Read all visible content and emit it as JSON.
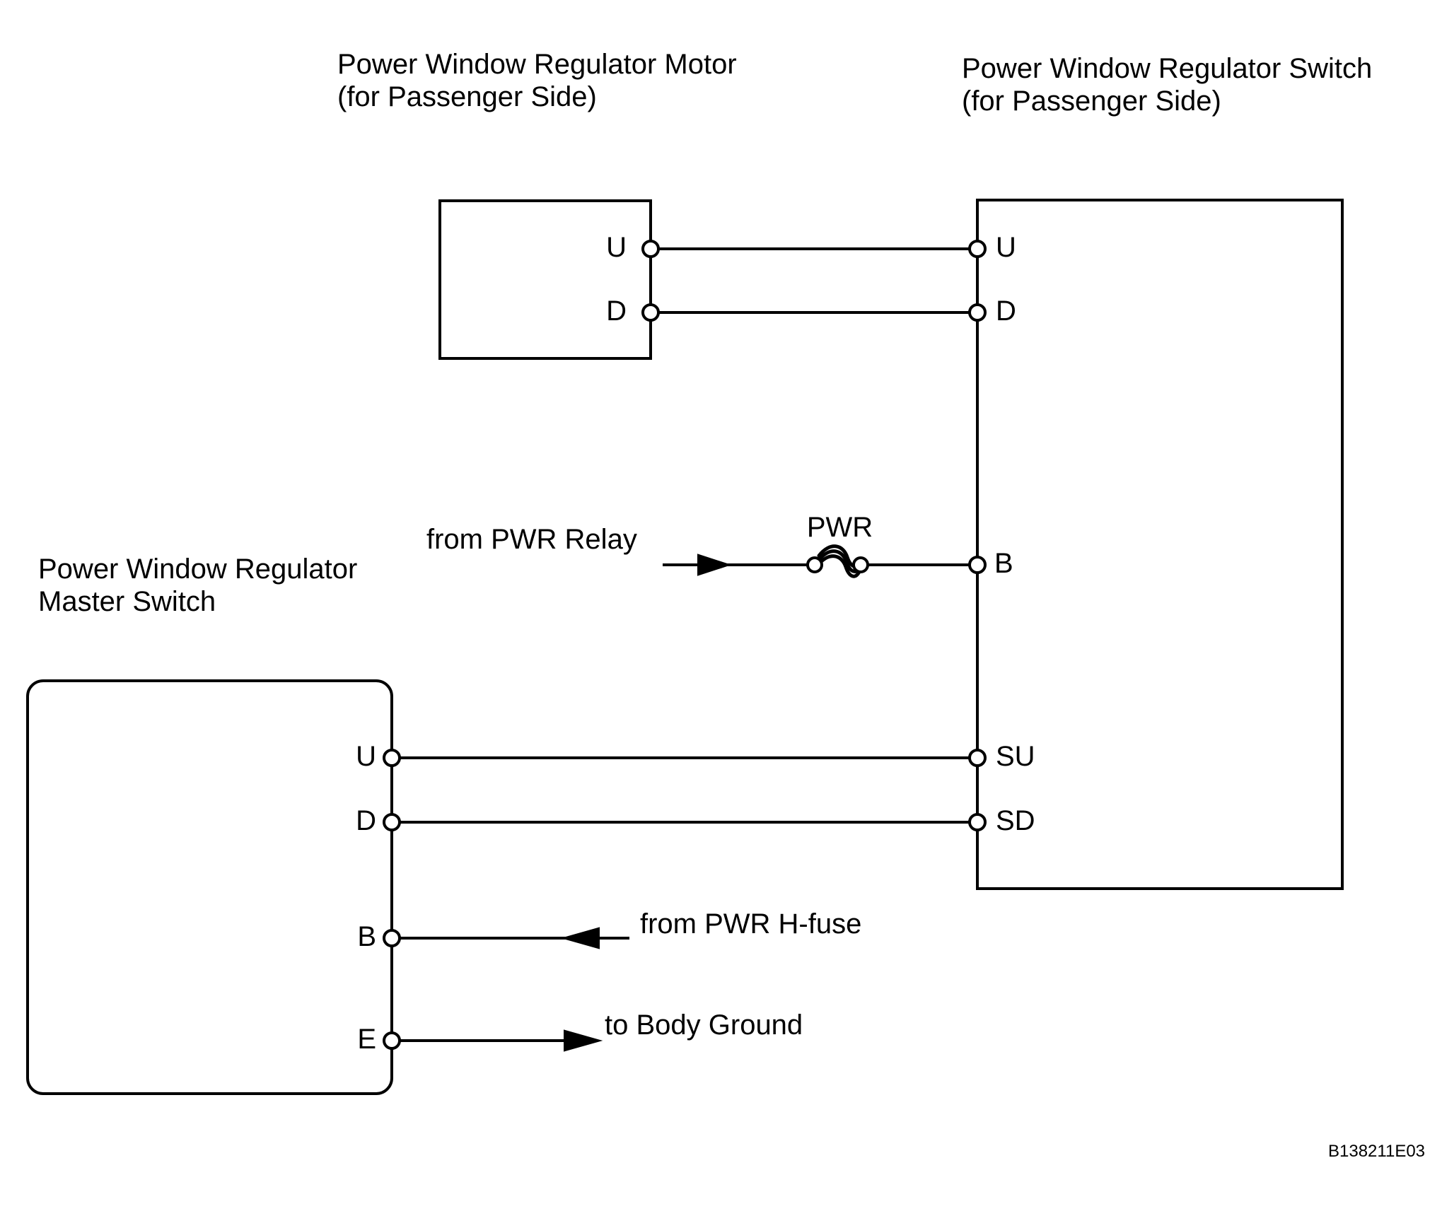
{
  "page": {
    "background": "#ffffff",
    "line_color": "#000000"
  },
  "motor": {
    "title": "Power Window Regulator Motor\n(for Passenger Side)",
    "terminals": {
      "u": "U",
      "d": "D"
    }
  },
  "switch": {
    "title": "Power Window Regulator Switch\n(for Passenger Side)",
    "terminals": {
      "u": "U",
      "d": "D",
      "b": "B",
      "su": "SU",
      "sd": "SD"
    }
  },
  "master": {
    "title": "Power Window Regulator\nMaster Switch",
    "terminals": {
      "u": "U",
      "d": "D",
      "b": "B",
      "e": "E"
    }
  },
  "fuse": {
    "label": "PWR"
  },
  "annotations": {
    "from_pwr_relay": "from PWR Relay",
    "from_pwr_h_fuse": "from PWR H-fuse",
    "to_body_ground": "to Body Ground"
  },
  "figure_id": "B138211E03"
}
